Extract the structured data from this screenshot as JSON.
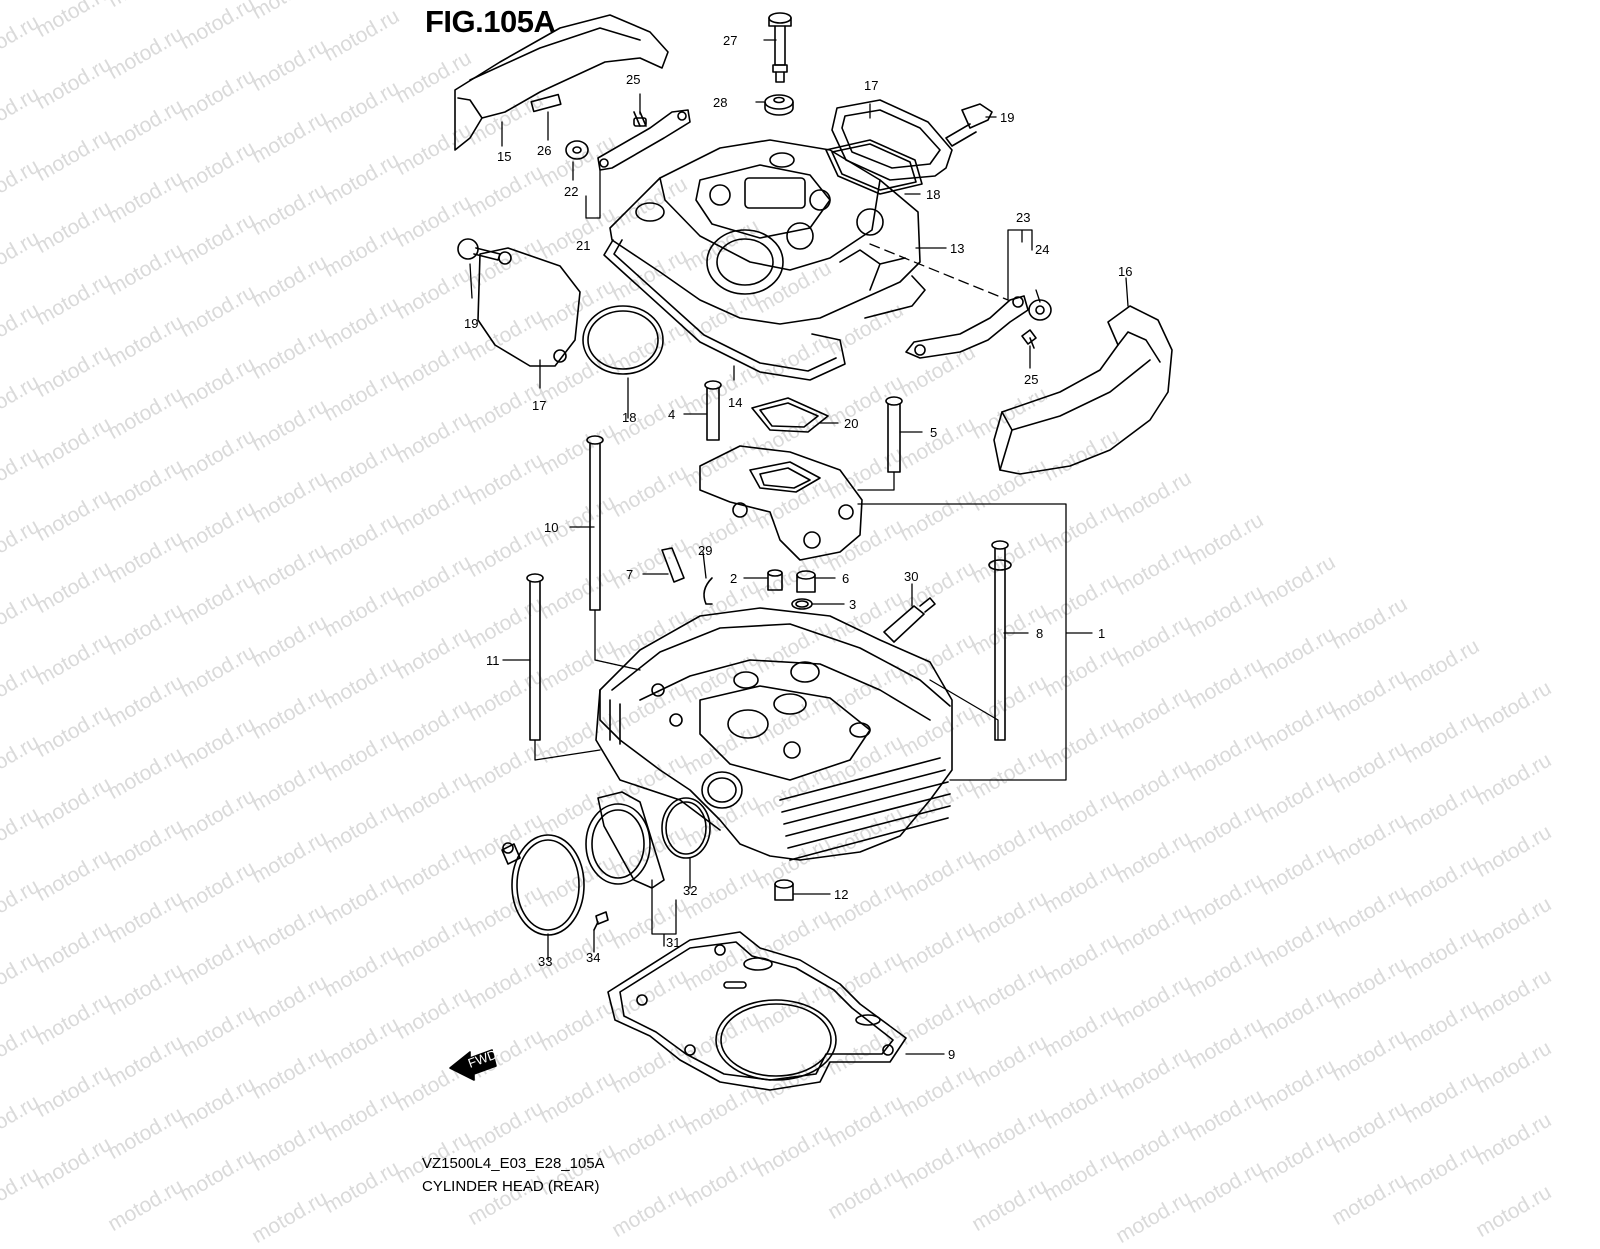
{
  "figure": {
    "title": "FIG.105A",
    "code": "VZ1500L4_E03_E28_105A",
    "name": "CYLINDER HEAD (REAR)",
    "watermark": "motod.ru",
    "fwd_label": "FWD"
  },
  "callouts": [
    "1",
    "2",
    "3",
    "4",
    "5",
    "6",
    "7",
    "8",
    "9",
    "10",
    "11",
    "12",
    "13",
    "14",
    "15",
    "16",
    "17",
    "17",
    "18",
    "18",
    "19",
    "19",
    "20",
    "21",
    "22",
    "23",
    "24",
    "25",
    "25",
    "26",
    "27",
    "28",
    "29",
    "30",
    "31",
    "32",
    "33",
    "34"
  ]
}
